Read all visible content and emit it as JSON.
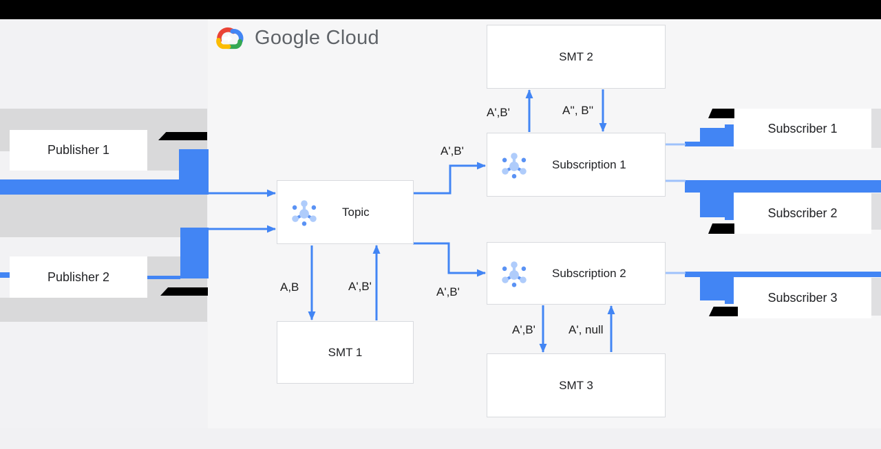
{
  "logo": {
    "text": "Google Cloud"
  },
  "nodes": {
    "publisher1": {
      "label": "Publisher 1"
    },
    "publisher2": {
      "label": "Publisher 2"
    },
    "topic": {
      "label": "Topic",
      "icon": "pubsub-icon"
    },
    "smt1": {
      "label": "SMT 1"
    },
    "smt2": {
      "label": "SMT 2"
    },
    "smt3": {
      "label": "SMT 3"
    },
    "subscription1": {
      "label": "Subscription 1",
      "icon": "pubsub-icon"
    },
    "subscription2": {
      "label": "Subscription 2",
      "icon": "pubsub-icon"
    },
    "subscriber1": {
      "label": "Subscriber 1"
    },
    "subscriber2": {
      "label": "Subscriber 2"
    },
    "subscriber3": {
      "label": "Subscriber 3"
    }
  },
  "edges": {
    "topic_to_subscription1": {
      "label": "A',B'"
    },
    "topic_to_subscription2": {
      "label": "A',B'"
    },
    "topic_to_smt1": {
      "label": "A,B"
    },
    "smt1_to_topic": {
      "label": "A',B'"
    },
    "subscription1_to_smt2": {
      "label": "A',B'"
    },
    "smt2_to_subscription1": {
      "label": "A'', B''"
    },
    "subscription2_to_smt3": {
      "label": "A',B'"
    },
    "smt3_to_subscription2": {
      "label": "A', null"
    }
  },
  "colors": {
    "arrow_blue": "#4285f4",
    "light_blue_stub": "#9ec1fb",
    "icon_light_blue": "#afccfb",
    "icon_mid_blue": "#5a92f4",
    "gray_bar": "#d9d9da",
    "redaction": "#000000",
    "logo_text_gray": "#5f6368"
  }
}
